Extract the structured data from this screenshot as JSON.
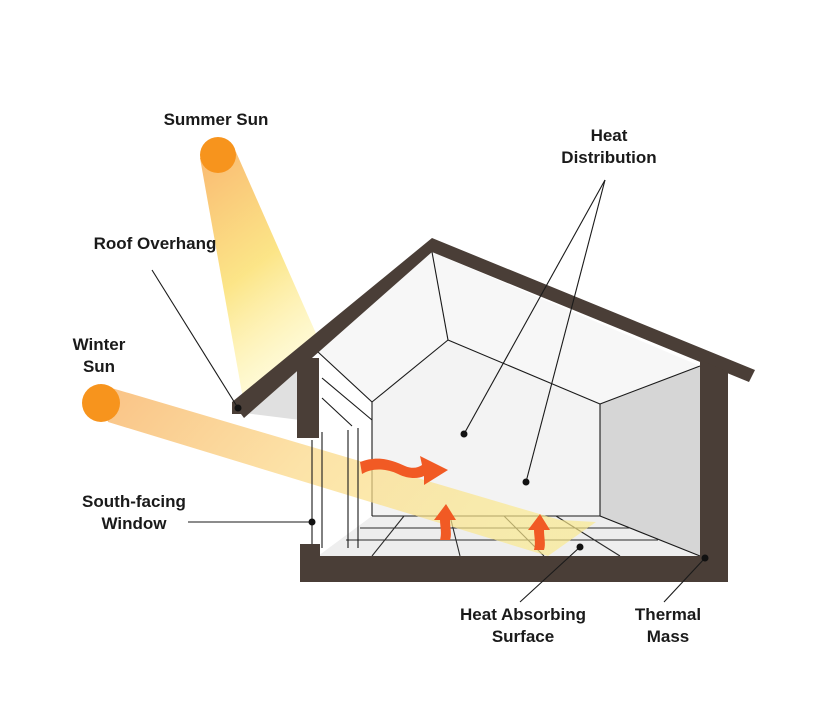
{
  "labels": {
    "summer_sun": "Summer Sun",
    "heat_distribution_1": "Heat",
    "heat_distribution_2": "Distribution",
    "roof_overhang": "Roof Overhang",
    "winter_sun_1": "Winter",
    "winter_sun_2": "Sun",
    "south_window_1": "South-facing",
    "south_window_2": "Window",
    "heat_absorbing_1": "Heat Absorbing",
    "heat_absorbing_2": "Surface",
    "thermal_mass_1": "Thermal",
    "thermal_mass_2": "Mass"
  },
  "colors": {
    "sun": "#f7941d",
    "beam_summer": "#fbe27a",
    "beam_winter": "#fbd98a",
    "wall": "#4a3e37",
    "interior_back": "#f2f2f2",
    "interior_side": "#d9d9d9",
    "heat_arrow": "#f15a24"
  }
}
